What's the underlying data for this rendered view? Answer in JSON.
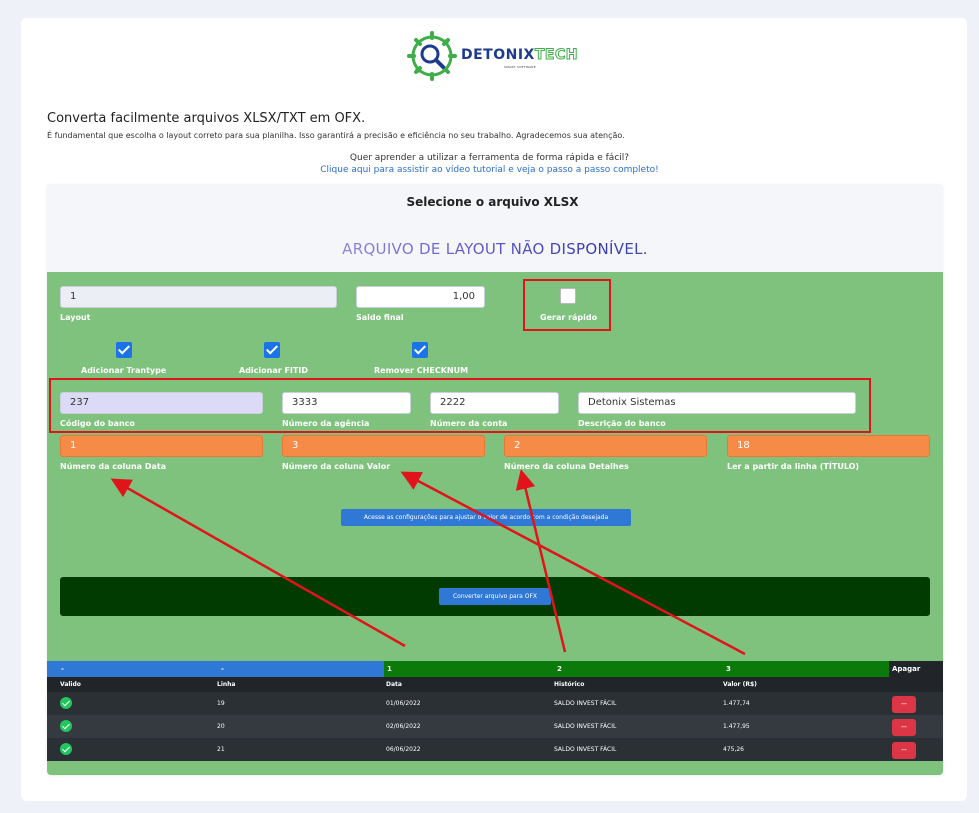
{
  "brand": {
    "name_part1": "DETONIX",
    "name_part2": "TECH",
    "tagline": "SMART SOFTWARE"
  },
  "intro": {
    "headline": "Converta facilmente arquivos XLSX/TXT em OFX.",
    "subline": "É fundamental que escolha o layout correto para sua planilha. Isso garantirá a precisão e eficiência no seu trabalho. Agradecemos sua atenção.",
    "tutorial_question": "Quer aprender a utilizar a ferramenta de forma rápida e fácil?",
    "tutorial_link": "Clique aqui para assistir ao vídeo tutorial e veja o passo a passo completo!"
  },
  "panel": {
    "title": "Selecione o arquivo XLSX",
    "layout_message": "ARQUIVO DE LAYOUT NÃO DISPONÍVEL."
  },
  "form": {
    "layout": {
      "value": "1",
      "label": "Layout"
    },
    "saldo_final": {
      "value": "1,00",
      "label": "Saldo final"
    },
    "gerar_rapido": {
      "label": "Gerar rápido",
      "checked": false
    },
    "checkboxes": [
      {
        "label": "Adicionar Trantype",
        "checked": true
      },
      {
        "label": "Adicionar FITID",
        "checked": true
      },
      {
        "label": "Remover CHECKNUM",
        "checked": true
      }
    ],
    "codigo_banco": {
      "value": "237",
      "label": "Código do banco"
    },
    "numero_agencia": {
      "value": "3333",
      "label": "Número da agência"
    },
    "numero_conta": {
      "value": "2222",
      "label": "Número da conta"
    },
    "descricao_banco": {
      "value": "Detonix Sistemas",
      "label": "Descrição do banco"
    },
    "coluna_data": {
      "value": "1",
      "label": "Número da coluna Data"
    },
    "coluna_valor": {
      "value": "3",
      "label": "Número da coluna Valor"
    },
    "coluna_detalhes": {
      "value": "2",
      "label": "Número da coluna Detalhes"
    },
    "ler_linha": {
      "value": "18",
      "label": "Ler a partir da linha (TÍTULO)"
    },
    "config_button": "Acesse as configurações para ajustar o valor de acordo com a condição desejada",
    "convert_button": "Converter arquivo para OFX"
  },
  "table": {
    "mapping_headers": [
      "-",
      "-",
      "1",
      "2",
      "3",
      "Apagar"
    ],
    "headers": [
      "Valido",
      "Linha",
      "Data",
      "Histórico",
      "Valor (R$)"
    ],
    "rows": [
      {
        "linha": "19",
        "data": "01/06/2022",
        "historico": "SALDO INVEST FÁCIL",
        "valor": "1.477,74",
        "delete": "--"
      },
      {
        "linha": "20",
        "data": "02/06/2022",
        "historico": "SALDO INVEST FÁCIL",
        "valor": "1.477,95",
        "delete": "--"
      },
      {
        "linha": "21",
        "data": "06/06/2022",
        "historico": "SALDO INVEST FÁCIL",
        "valor": "475,26",
        "delete": "--"
      }
    ]
  },
  "colors": {
    "green_panel": "#7fc27d",
    "orange_field": "#f58b47",
    "annotation_red": "#e0141a",
    "header_blue": "#2f78d6",
    "header_green": "#0b7a0b",
    "delete_red": "#dc3545"
  }
}
